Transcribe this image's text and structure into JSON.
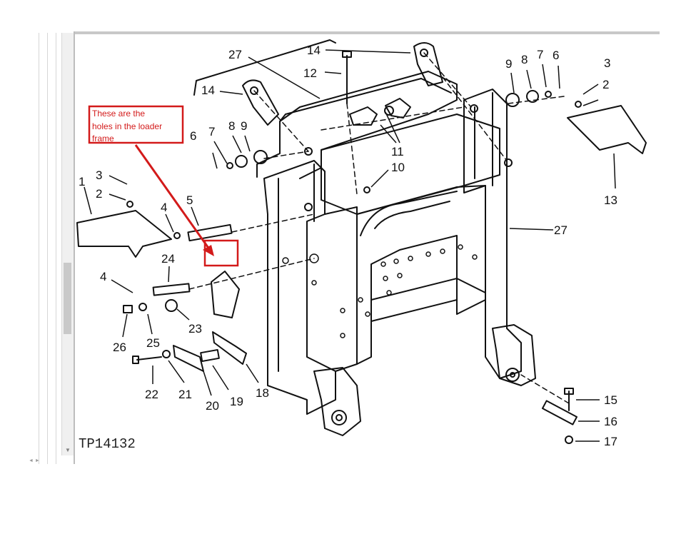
{
  "figure_code": "TP14132",
  "annotation": {
    "lines": [
      "These are the",
      "holes in the loader",
      "frame"
    ],
    "color": "#d31a1a"
  },
  "callouts": {
    "c27a": "27",
    "c14a": "14",
    "c14b": "14",
    "c12": "12",
    "c9r": "9",
    "c8r": "8",
    "c7r": "7",
    "c6r": "6",
    "c3r": "3",
    "c2r": "2",
    "c6l": "6",
    "c7l": "7",
    "c8l": "8",
    "c9l": "9",
    "c11": "11",
    "c10": "10",
    "c13": "13",
    "c1": "1",
    "c3l": "3",
    "c2l": "2",
    "c4a": "4",
    "c5": "5",
    "c27b": "27",
    "c24": "24",
    "c4b": "4",
    "c23": "23",
    "c26": "26",
    "c25": "25",
    "c22": "22",
    "c21": "21",
    "c20": "20",
    "c19": "19",
    "c18": "18",
    "c15": "15",
    "c16": "16",
    "c17": "17"
  }
}
